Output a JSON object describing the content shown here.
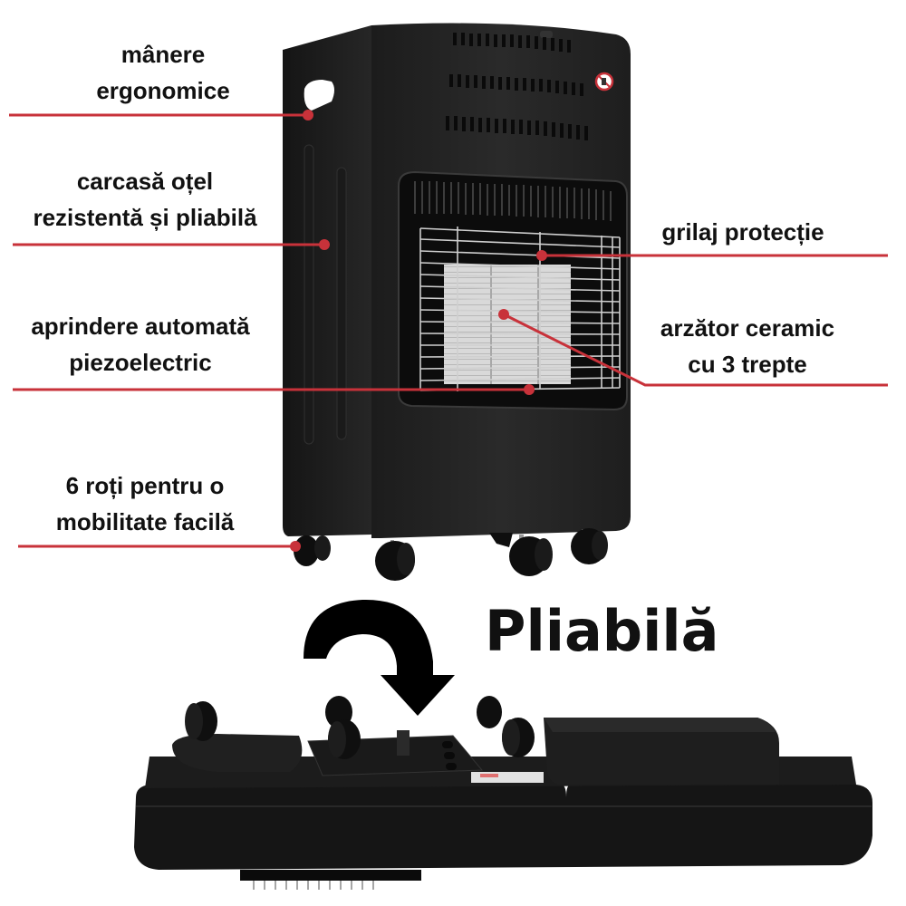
{
  "title": "Pliabilă",
  "accent_color": "#c8323a",
  "callouts": [
    {
      "id": "handles",
      "lines": [
        "mânere",
        "ergonomice"
      ],
      "side": "left"
    },
    {
      "id": "housing",
      "lines": [
        "carcasă oțel",
        "rezistentă și pliabilă"
      ],
      "side": "left"
    },
    {
      "id": "ignition",
      "lines": [
        "aprindere automată",
        "piezoelectric"
      ],
      "side": "left"
    },
    {
      "id": "wheels",
      "lines": [
        "6 roți pentru o",
        "mobilitate facilă"
      ],
      "side": "left"
    },
    {
      "id": "grill",
      "lines": [
        "grilaj protecție"
      ],
      "side": "right"
    },
    {
      "id": "burner",
      "lines": [
        "arzător ceramic",
        "cu 3 trepte"
      ],
      "side": "right"
    }
  ],
  "images": {
    "heater_upright": "black-gas-heater-upright",
    "heater_folded": "black-gas-heater-folded",
    "fold_arrow": "curved-arrow-down-icon",
    "warning_sticker": "no-covering-warning-icon"
  }
}
